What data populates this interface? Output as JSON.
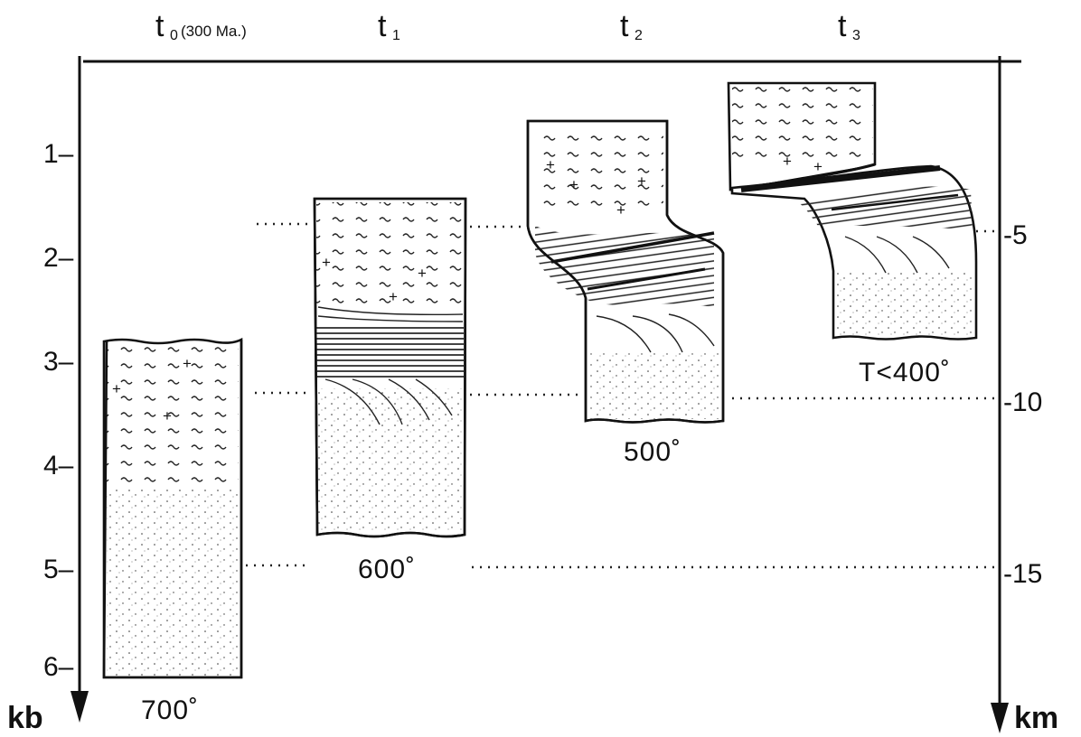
{
  "time_labels": [
    {
      "main": "t",
      "sub": "0",
      "note": "(300 Ma.)"
    },
    {
      "main": "t",
      "sub": "1",
      "note": ""
    },
    {
      "main": "t",
      "sub": "2",
      "note": ""
    },
    {
      "main": "t",
      "sub": "3",
      "note": ""
    }
  ],
  "left_axis": {
    "unit": "kb",
    "ticks": [
      "1–",
      "2–",
      "3–",
      "4–",
      "5–",
      "6–"
    ]
  },
  "right_axis": {
    "unit": "km",
    "ticks": [
      "-5",
      "-10",
      "-15"
    ]
  },
  "temperatures": [
    "700˚",
    "600˚",
    "500˚",
    "T<400˚"
  ]
}
